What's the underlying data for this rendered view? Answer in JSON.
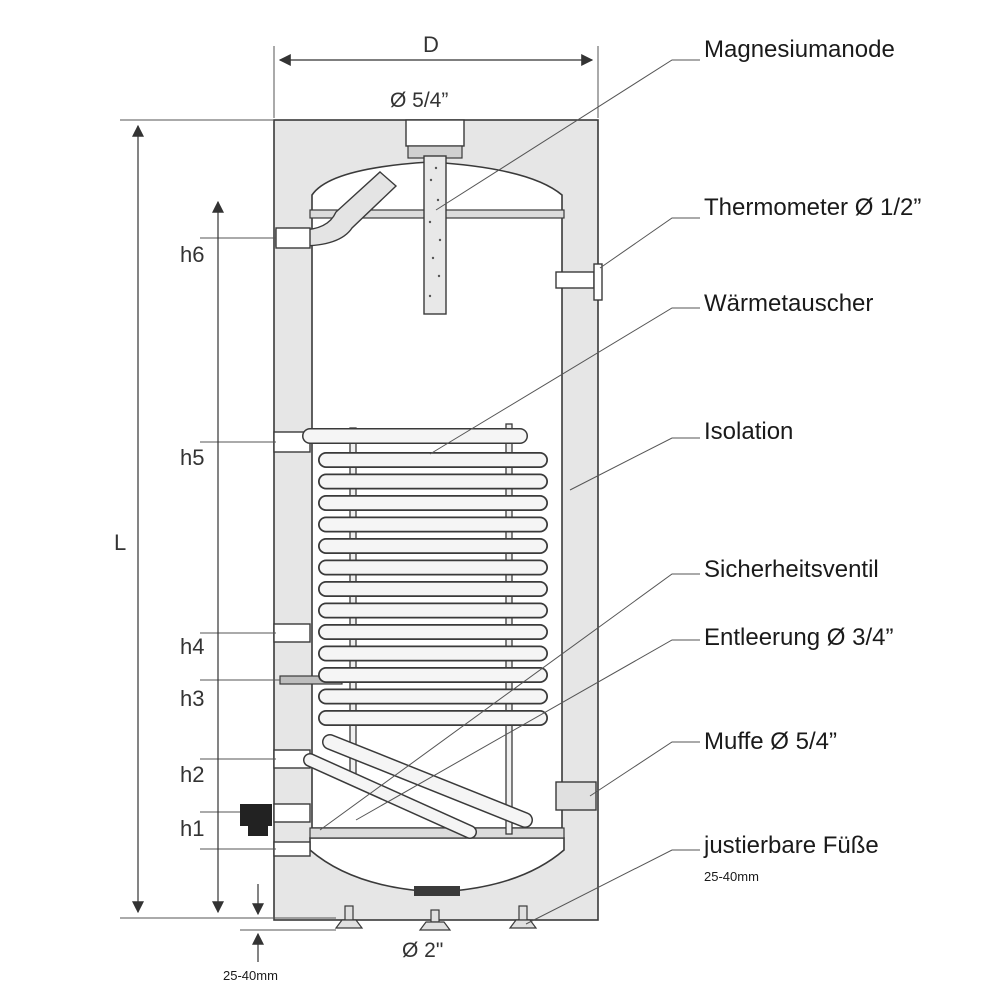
{
  "dimensions": {
    "width_label": "D",
    "length_label": "L",
    "top_connection": "Ø 5/4”",
    "bottom_connection": "Ø 2\"",
    "foot_adjust": "25-40mm",
    "heights": [
      "h6",
      "h5",
      "h4",
      "h3",
      "h2",
      "h1"
    ]
  },
  "callouts": [
    {
      "label": "Magnesiumanode"
    },
    {
      "label": "Thermometer Ø 1/2”"
    },
    {
      "label": "Wärmetauscher"
    },
    {
      "label": "Isolation"
    },
    {
      "label": "Sicherheitsventil"
    },
    {
      "label": "Entleerung Ø 3/4”"
    },
    {
      "label": "Muffe Ø 5/4”"
    },
    {
      "label": "justierbare Füße",
      "sub": "25-40mm"
    }
  ],
  "colors": {
    "insulation": "#e6e6e6",
    "outline": "#3a3a3a",
    "tank": "#ffffff",
    "coil_fill": "#f2f2f2"
  }
}
